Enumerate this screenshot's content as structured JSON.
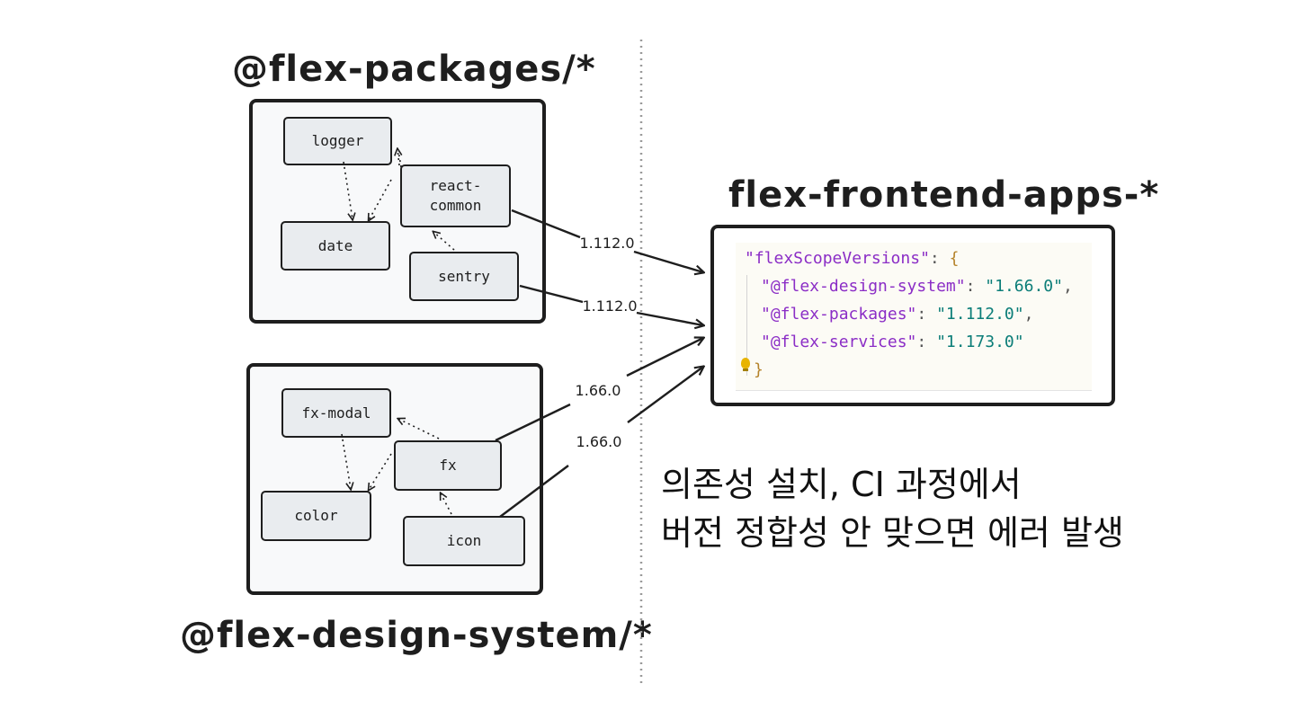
{
  "groups": {
    "packages": {
      "title": "@flex-packages/*",
      "nodes": {
        "logger": "logger",
        "date": "date",
        "react_common": "react-\ncommon",
        "sentry": "sentry"
      }
    },
    "design_system": {
      "title": "@flex-design-system/*",
      "nodes": {
        "fx_modal": "fx-modal",
        "color": "color",
        "fx": "fx",
        "icon": "icon"
      }
    }
  },
  "apps": {
    "title": "flex-frontend-apps-*",
    "code": {
      "key_root": "\"flexScopeVersions\"",
      "entries": [
        {
          "key": "\"@flex-design-system\"",
          "value": "\"1.66.0\"",
          "sep": ","
        },
        {
          "key": "\"@flex-packages\"",
          "value": "\"1.112.0\"",
          "sep": ","
        },
        {
          "key": "\"@flex-services\"",
          "value": "\"1.173.0\"",
          "sep": ""
        }
      ],
      "open_brace": "{",
      "close_brace": "}"
    }
  },
  "version_labels": {
    "react_common": "1.112.0",
    "sentry": "1.112.0",
    "fx": "1.66.0",
    "icon": "1.66.0"
  },
  "message": {
    "line1": "의존성 설치, CI 과정에서",
    "line2": "버전 정합성 안 맞으면 에러 발생"
  }
}
